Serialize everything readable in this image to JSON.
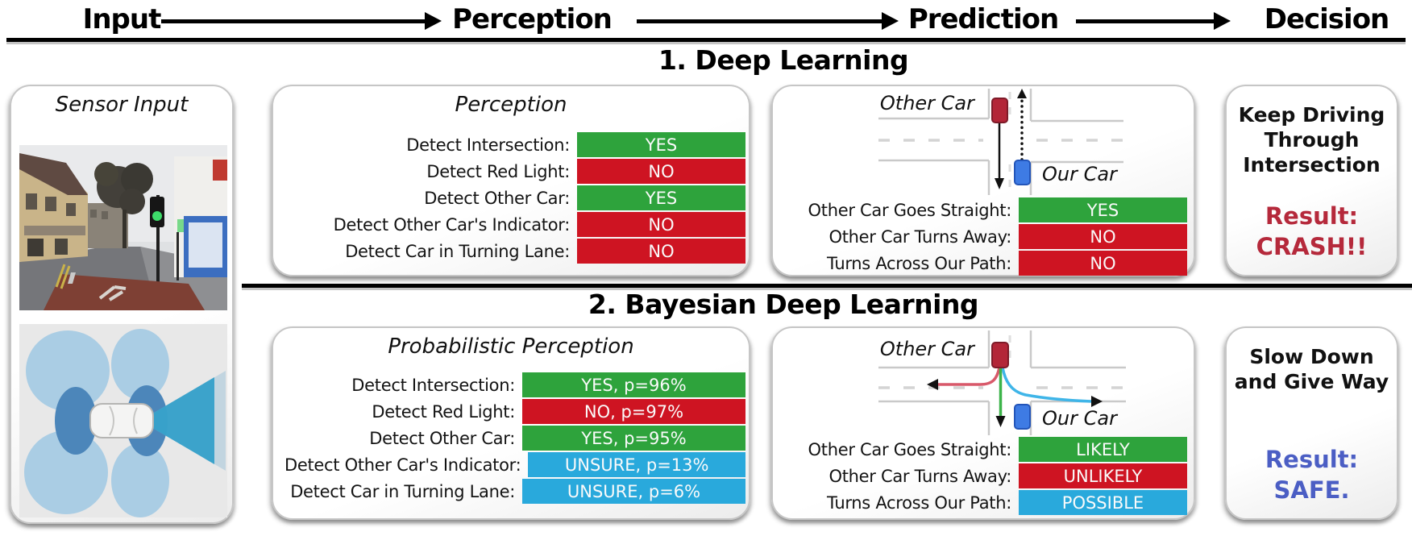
{
  "colors": {
    "yes_green": "#2ea33c",
    "no_red": "#ce1422",
    "unsure_cyan": "#29a9dc",
    "result_red": "#b5293b",
    "result_blue": "#4b5ec4",
    "car_red": "#b32638",
    "car_blue": "#3e7be4",
    "arrow_red": "#d8596a",
    "arrow_green": "#3cb44a",
    "arrow_cyan": "#3fb5e8"
  },
  "header": {
    "stages": [
      "Input",
      "Perception",
      "Prediction",
      "Decision"
    ]
  },
  "sensor_panel": {
    "title": "Sensor Input",
    "camera_image": "street-scene-camera-photo",
    "lidar_image": "sensor-coverage-top-view"
  },
  "section1": {
    "title": "1. Deep Learning",
    "perception": {
      "title": "Perception",
      "rows": [
        {
          "label": "Detect Intersection:",
          "value": "YES",
          "status": "yes"
        },
        {
          "label": "Detect Red Light:",
          "value": "NO",
          "status": "no"
        },
        {
          "label": "Detect Other Car:",
          "value": "YES",
          "status": "yes"
        },
        {
          "label": "Detect  Other Car's Indicator:",
          "value": "NO",
          "status": "no"
        },
        {
          "label": "Detect Car in Turning Lane:",
          "value": "NO",
          "status": "no"
        }
      ]
    },
    "prediction": {
      "other_car_label": "Other Car",
      "our_car_label": "Our Car",
      "rows": [
        {
          "label": "Other Car Goes Straight:",
          "value": "YES",
          "status": "yes"
        },
        {
          "label": "Other Car Turns Away:",
          "value": "NO",
          "status": "no"
        },
        {
          "label": "Turns Across Our Path:",
          "value": "NO",
          "status": "no"
        }
      ]
    },
    "decision": {
      "action": "Keep Driving Through Intersection",
      "result": "Result:\nCRASH!!"
    }
  },
  "section2": {
    "title": "2. Bayesian Deep Learning",
    "perception": {
      "title": "Probabilistic Perception",
      "rows": [
        {
          "label": "Detect Intersection:",
          "value": "YES, p=96%",
          "status": "yes"
        },
        {
          "label": "Detect Red Light:",
          "value": "NO, p=97%",
          "status": "no"
        },
        {
          "label": "Detect Other Car:",
          "value": "YES, p=95%",
          "status": "yes"
        },
        {
          "label": "Detect Other Car's Indicator:",
          "value": "UNSURE, p=13%",
          "status": "unsure"
        },
        {
          "label": "Detect Car in Turning Lane:",
          "value": "UNSURE, p=6%",
          "status": "unsure"
        }
      ]
    },
    "prediction": {
      "other_car_label": "Other Car",
      "our_car_label": "Our Car",
      "rows": [
        {
          "label": "Other Car Goes Straight:",
          "value": "LIKELY",
          "status": "yes"
        },
        {
          "label": "Other Car Turns Away:",
          "value": "UNLIKELY",
          "status": "no"
        },
        {
          "label": "Turns Across Our Path:",
          "value": "POSSIBLE",
          "status": "unsure"
        }
      ]
    },
    "decision": {
      "action": "Slow Down and Give Way",
      "result": "Result:\nSAFE."
    }
  }
}
